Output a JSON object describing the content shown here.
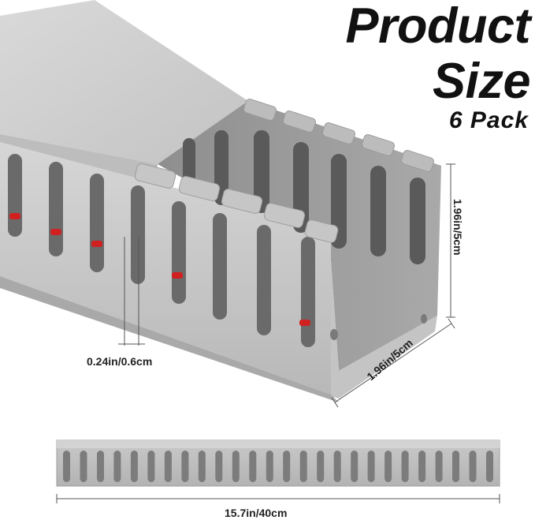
{
  "header": {
    "line1": "Product",
    "line2": "Size",
    "line3": "6 Pack"
  },
  "dimensions": {
    "height": "1.96in/5cm",
    "depth": "1.96in/5cm",
    "slot_width": "0.24in/0.6cm",
    "length": "15.7in/40cm"
  },
  "colors": {
    "duct_light": "#cfcfcf",
    "duct_mid": "#b9b9b9",
    "duct_dark": "#8f8f8f",
    "slot_dark": "#4b4b4b",
    "accent_red": "#d0201f"
  },
  "side_view": {
    "slot_count": 26
  }
}
